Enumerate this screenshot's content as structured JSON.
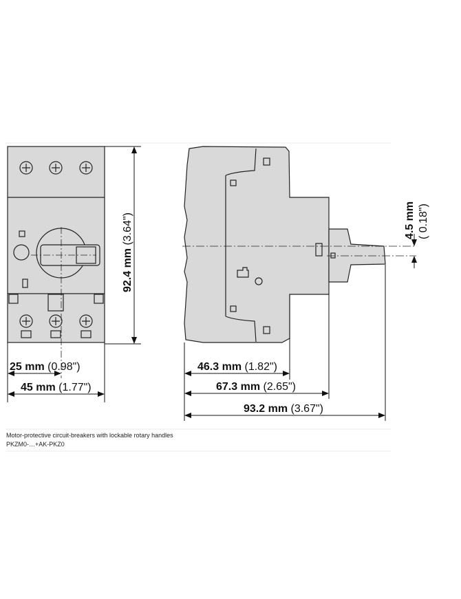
{
  "drawing": {
    "front_view": {
      "height_dim": {
        "value": "92.4 mm",
        "inch": "(3.64\")"
      },
      "center_dim": {
        "value": "25 mm",
        "inch": "(0.98\")"
      },
      "width_dim": {
        "value": "45 mm",
        "inch": "(1.77\")"
      }
    },
    "side_view": {
      "depth1_dim": {
        "value": "46.3 mm",
        "inch": "(1.82\")"
      },
      "depth2_dim": {
        "value": "67.3 mm",
        "inch": "(2.65\")"
      },
      "depth3_dim": {
        "value": "93.2 mm",
        "inch": "(3.67\")"
      },
      "offset_dim": {
        "value": "4.5 mm",
        "inch": "( 0.18\")"
      }
    }
  },
  "caption": {
    "line1": "Motor-protective circuit-breakers with lockable rotary handles",
    "line2": "PKZM0-…+AK-PKZ0"
  },
  "colors": {
    "body": "#d9d9d9",
    "line": "#222222"
  }
}
